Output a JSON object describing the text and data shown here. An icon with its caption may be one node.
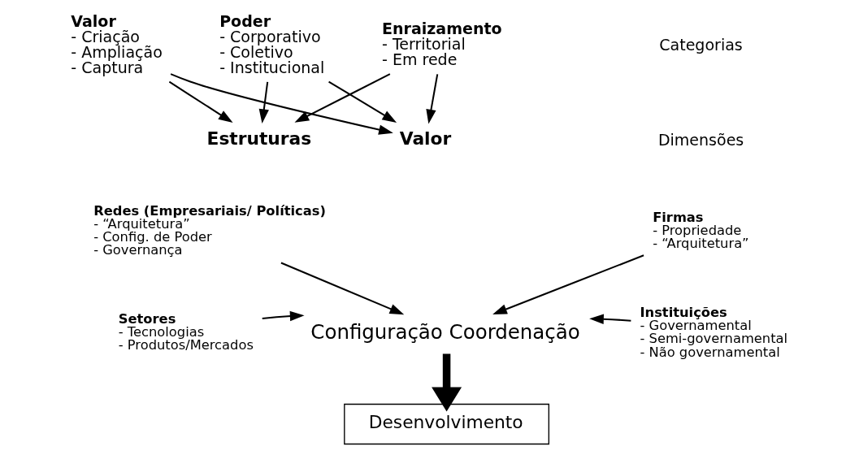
{
  "diagram": {
    "nodes": [
      {
        "text": [
          "Valor",
          "- Criação",
          "- Ampliação",
          "- Captura"
        ]
      },
      {
        "text": [
          "Poder",
          "- Corporativo",
          "- Coletivo",
          "- Institucional"
        ]
      },
      {
        "text": [
          "Enraizamento",
          "- Territorial",
          "- Em rede"
        ]
      },
      {
        "text": [
          "Valor"
        ]
      },
      {
        "text": [
          "Estruturas"
        ]
      },
      {
        "text": [
          "Firmas",
          "- Propriedade",
          "- “Arquitetura”"
        ]
      },
      {
        "text": [
          "Instituições",
          "- Governamental",
          "- Semi-governamental",
          "- Não governamental"
        ]
      },
      {
        "text": [
          "Configuração Coordenação"
        ]
      },
      {
        "text": [
          "Redes (Empresariais/ Políticas)",
          "- “Arquitetura”",
          "- Config. de Poder",
          "- Governança"
        ]
      },
      {
        "text": [
          "Setores",
          "- Tecnologias",
          "- Produtos/Mercados"
        ]
      },
      {
        "text": [
          "Desenvolvimento"
        ]
      }
    ],
    "edges": [
      {
        "from": 0,
        "to": 3,
        "arrow": "to"
      },
      {
        "from": 1,
        "to": 3,
        "arrow": "to"
      },
      {
        "from": 2,
        "to": 3,
        "arrow": "to"
      },
      {
        "from": 0,
        "to": 4,
        "arrow": "to"
      },
      {
        "from": 1,
        "to": 4,
        "arrow": "to"
      },
      {
        "from": 2,
        "to": 4,
        "arrow": "to"
      },
      {
        "from": 5,
        "to": 7,
        "arrow": "to"
      },
      {
        "from": 6,
        "to": 7,
        "arrow": "to"
      },
      {
        "from": 8,
        "to": 7,
        "arrow": "to"
      },
      {
        "from": 9,
        "to": 7,
        "arrow": "to"
      },
      {
        "from": 7,
        "to": 10,
        "arrow": "to",
        "style": "thick"
      }
    ],
    "labels": [
      "Categorias",
      "Dimensões"
    ]
  }
}
